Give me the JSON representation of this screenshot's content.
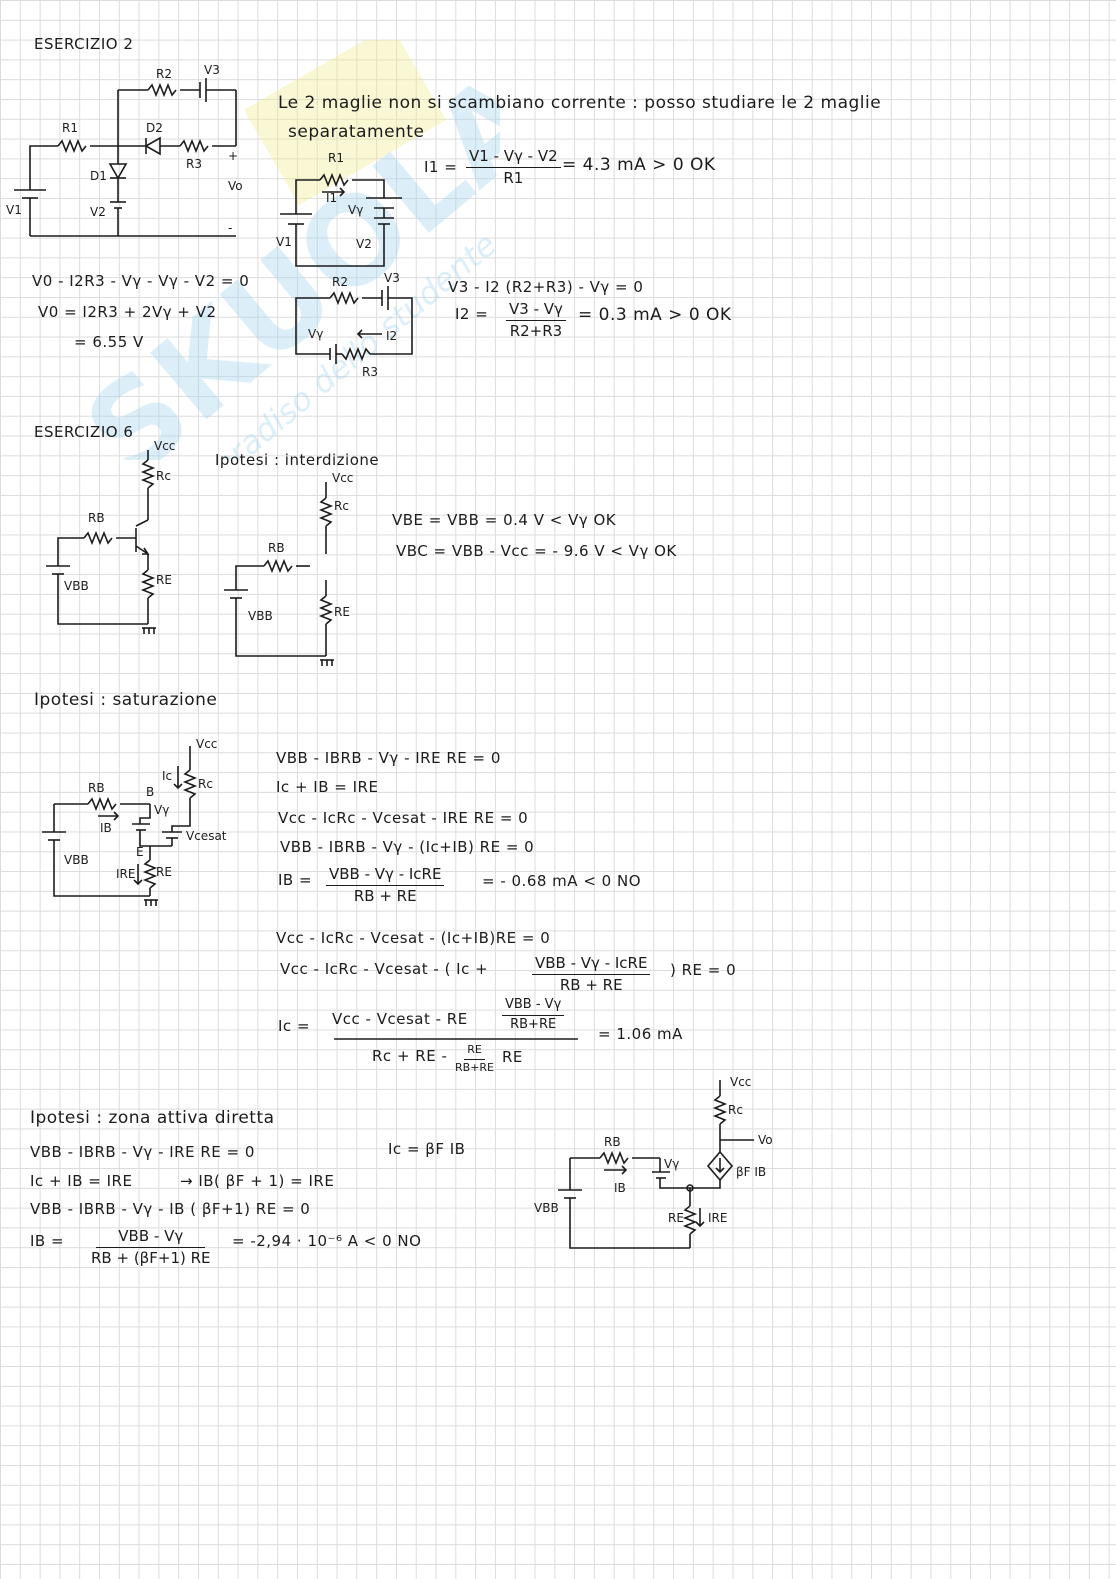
{
  "watermark": {
    "logo_text": "SKUOLA.NET",
    "tagline": "il paradiso dello studente",
    "color": "#9ed3ee"
  },
  "ex2": {
    "title": "ESERCIZIO 2",
    "labels": {
      "r1": "R1",
      "r2": "R2",
      "r3": "R3",
      "v1": "V1",
      "v2": "V2",
      "v3": "V3",
      "d1": "D1",
      "d2": "D2",
      "vo": "Vo",
      "plus": "+",
      "minus": "-",
      "i1": "I1",
      "i2": "I2",
      "vg": "Vγ"
    },
    "statement_line1": "Le 2 maglie non si scambiano corrente : posso studiare le 2 maglie",
    "statement_line2": "separatamente",
    "i1_lhs": "I1 =",
    "i1_num": "V1 - Vγ - V2",
    "i1_den": "R1",
    "i1_result": "= 4.3 mA > 0  OK",
    "eq_mesh2": "V3 - I2 (R2+R3) - Vγ  = 0",
    "i2_lhs": "I2 =",
    "i2_num": "V3 - Vγ",
    "i2_den": "R2+R3",
    "i2_result": "= 0.3 mA > 0    OK",
    "vo_eq1": "V0 - I2R3 - Vγ - Vγ - V2 = 0",
    "vo_eq2": "V0 = I2R3 + 2Vγ + V2",
    "vo_eq3": "= 6.55 V"
  },
  "ex6": {
    "title": "ESERCIZIO 6",
    "labels": {
      "vcc": "Vcc",
      "rc": "Rc",
      "rb": "RB",
      "re": "RE",
      "vbb": "VBB",
      "b": "B",
      "e": "E",
      "ib": "IB",
      "ic": "Ic",
      "ire": "IRE",
      "vg": "Vγ",
      "vcesat": "Vcesat",
      "vo": "Vo",
      "bfib": "βF IB"
    },
    "hyp1_title": "Ipotesi :  interdizione",
    "vbe_line": "VBE = VBB = 0.4 V < Vγ  OK",
    "vbc_line": "VBC = VBB - Vcc = - 9.6 V < Vγ   OK",
    "hyp2_title": "Ipotesi  :  saturazione",
    "sat_eq1": "VBB - IBRB - Vγ - IRE RE  = 0",
    "sat_eq2": "Ic + IB = IRE",
    "sat_eq3": "Vcc - IcRc - Vcesat  - IRE RE = 0",
    "sat_eq4": "VBB - IBRB - Vγ - (Ic+IB) RE  = 0",
    "sat_ib_lhs": "IB =",
    "sat_ib_num": "VBB - Vγ - IcRE",
    "sat_ib_den": "RB + RE",
    "sat_ib_result": "= - 0.68 mA   < 0   NO",
    "sat_eq5": "Vcc - IcRc - Vcesat  - (Ic+IB)RE = 0",
    "sat_eq6_a": "Vcc - IcRc - Vcesat  - ( Ic +",
    "sat_eq6_num": "VBB - Vγ - IcRE",
    "sat_eq6_den": "RB + RE",
    "sat_eq6_b": ") RE   = 0",
    "sat_ic_lhs": "Ic =",
    "sat_ic_num_a": "Vcc - Vcesat  -  RE",
    "sat_ic_inner_num": "VBB - Vγ",
    "sat_ic_inner_den": "RB+RE",
    "sat_ic_den_a": "Rc + RE -",
    "sat_ic_den_inner_num": "RE",
    "sat_ic_den_inner_den": "RB+RE",
    "sat_ic_den_b": "RE",
    "sat_ic_result": "= 1.06 mA",
    "hyp3_title": "Ipotesi :  zona  attiva  diretta",
    "att_eq1": "VBB - IBRB - Vγ - IRE RE  = 0",
    "att_eq_ic": "Ic = βF IB",
    "att_eq2": "Ic + IB = IRE",
    "att_eq2_arrow": "→   IB( βF + 1) = IRE",
    "att_eq3": "VBB - IBRB - Vγ -  IB ( βF+1) RE  = 0",
    "att_ib_lhs": "IB =",
    "att_ib_num": "VBB - Vγ",
    "att_ib_den": "RB + (βF+1) RE",
    "att_ib_result": "=   -2,94 · 10⁻⁶  A  < 0   NO"
  }
}
